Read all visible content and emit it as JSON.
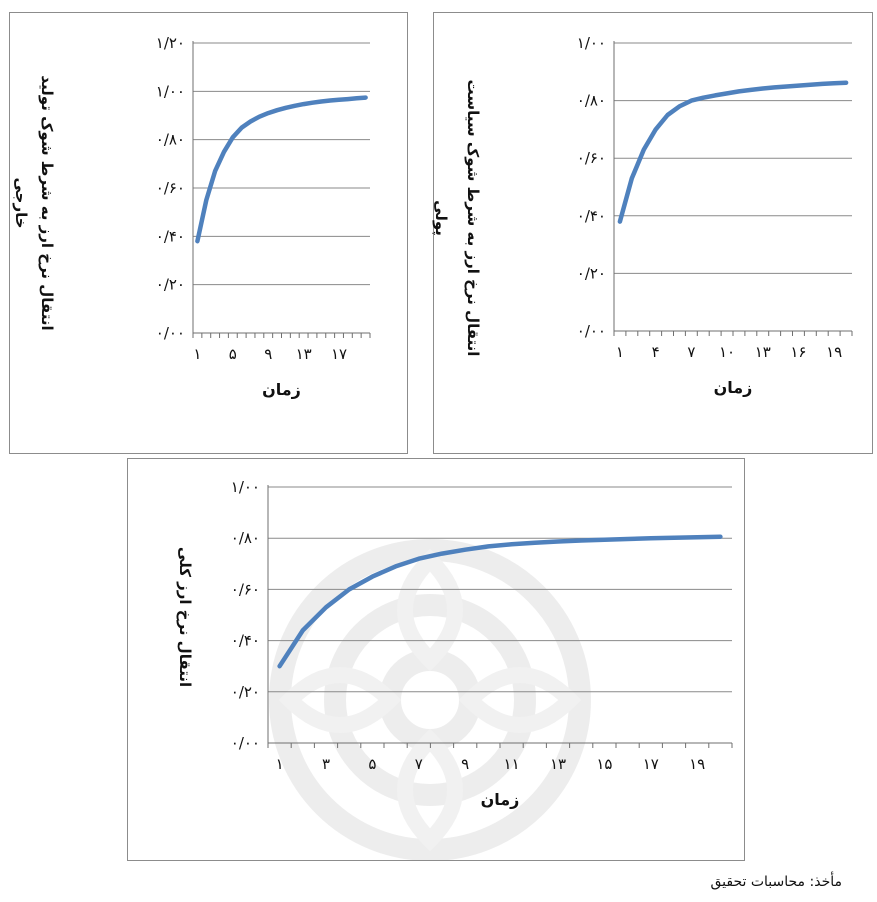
{
  "chart_data": [
    {
      "type": "line",
      "ylabel": "انتقال نرخ ارز به شرط شوک تولید خارجی",
      "xlabel": "زمان",
      "ylim": [
        0,
        1.2
      ],
      "y_ticks": [
        0,
        0.2,
        0.4,
        0.6,
        0.8,
        1.0,
        1.2
      ],
      "y_tick_labels": [
        "۰/۰۰",
        "۰/۲۰",
        "۰/۴۰",
        "۰/۶۰",
        "۰/۸۰",
        "۱/۰۰",
        "۱/۲۰"
      ],
      "x": [
        1,
        2,
        3,
        4,
        5,
        6,
        7,
        8,
        9,
        10,
        11,
        12,
        13,
        14,
        15,
        16,
        17,
        18,
        19,
        20
      ],
      "x_tick_labels": [
        "۱",
        "۵",
        "۹",
        "۱۳",
        "۱۷"
      ],
      "x_tick_values": [
        1,
        5,
        9,
        13,
        17
      ],
      "grid": true,
      "legend": "none",
      "line_color": "#4f81bd",
      "series": [
        {
          "values": [
            0.38,
            0.55,
            0.67,
            0.75,
            0.81,
            0.85,
            0.875,
            0.895,
            0.91,
            0.922,
            0.932,
            0.94,
            0.947,
            0.953,
            0.958,
            0.962,
            0.965,
            0.968,
            0.971,
            0.974
          ]
        }
      ]
    },
    {
      "type": "line",
      "ylabel": "انتقال نرخ ارز به شرط شوک سیاست پولی",
      "xlabel": "زمان",
      "ylim": [
        0,
        1.0
      ],
      "y_ticks": [
        0,
        0.2,
        0.4,
        0.6,
        0.8,
        1.0
      ],
      "y_tick_labels": [
        "۰/۰۰",
        "۰/۲۰",
        "۰/۴۰",
        "۰/۶۰",
        "۰/۸۰",
        "۱/۰۰"
      ],
      "x": [
        1,
        2,
        3,
        4,
        5,
        6,
        7,
        8,
        9,
        10,
        11,
        12,
        13,
        14,
        15,
        16,
        17,
        18,
        19,
        20
      ],
      "x_tick_labels": [
        "۱",
        "۴",
        "۷",
        "۱۰",
        "۱۳",
        "۱۶",
        "۱۹"
      ],
      "x_tick_values": [
        1,
        4,
        7,
        10,
        13,
        16,
        19
      ],
      "grid": true,
      "legend": "none",
      "line_color": "#4f81bd",
      "series": [
        {
          "values": [
            0.38,
            0.53,
            0.63,
            0.7,
            0.75,
            0.78,
            0.8,
            0.81,
            0.818,
            0.825,
            0.832,
            0.837,
            0.842,
            0.846,
            0.849,
            0.852,
            0.855,
            0.858,
            0.86,
            0.862
          ]
        }
      ]
    },
    {
      "type": "line",
      "ylabel": "انتقال نرخ ارز کلی",
      "xlabel": "زمان",
      "ylim": [
        0,
        1.0
      ],
      "y_ticks": [
        0,
        0.2,
        0.4,
        0.6,
        0.8,
        1.0
      ],
      "y_tick_labels": [
        "۰/۰۰",
        "۰/۲۰",
        "۰/۴۰",
        "۰/۶۰",
        "۰/۸۰",
        "۱/۰۰"
      ],
      "x": [
        1,
        2,
        3,
        4,
        5,
        6,
        7,
        8,
        9,
        10,
        11,
        12,
        13,
        14,
        15,
        16,
        17,
        18,
        19,
        20
      ],
      "x_tick_labels": [
        "۱",
        "۳",
        "۵",
        "۷",
        "۹",
        "۱۱",
        "۱۳",
        "۱۵",
        "۱۷",
        "۱۹"
      ],
      "x_tick_values": [
        1,
        3,
        5,
        7,
        9,
        11,
        13,
        15,
        17,
        19
      ],
      "grid": true,
      "legend": "none",
      "line_color": "#4f81bd",
      "series": [
        {
          "values": [
            0.3,
            0.44,
            0.53,
            0.6,
            0.65,
            0.69,
            0.72,
            0.74,
            0.755,
            0.768,
            0.776,
            0.782,
            0.787,
            0.791,
            0.794,
            0.797,
            0.8,
            0.802,
            0.804,
            0.806
          ]
        }
      ]
    }
  ],
  "source_note": "مأخذ: محاسبات تحقیق",
  "watermark_icon": "rosette-watermark-icon"
}
